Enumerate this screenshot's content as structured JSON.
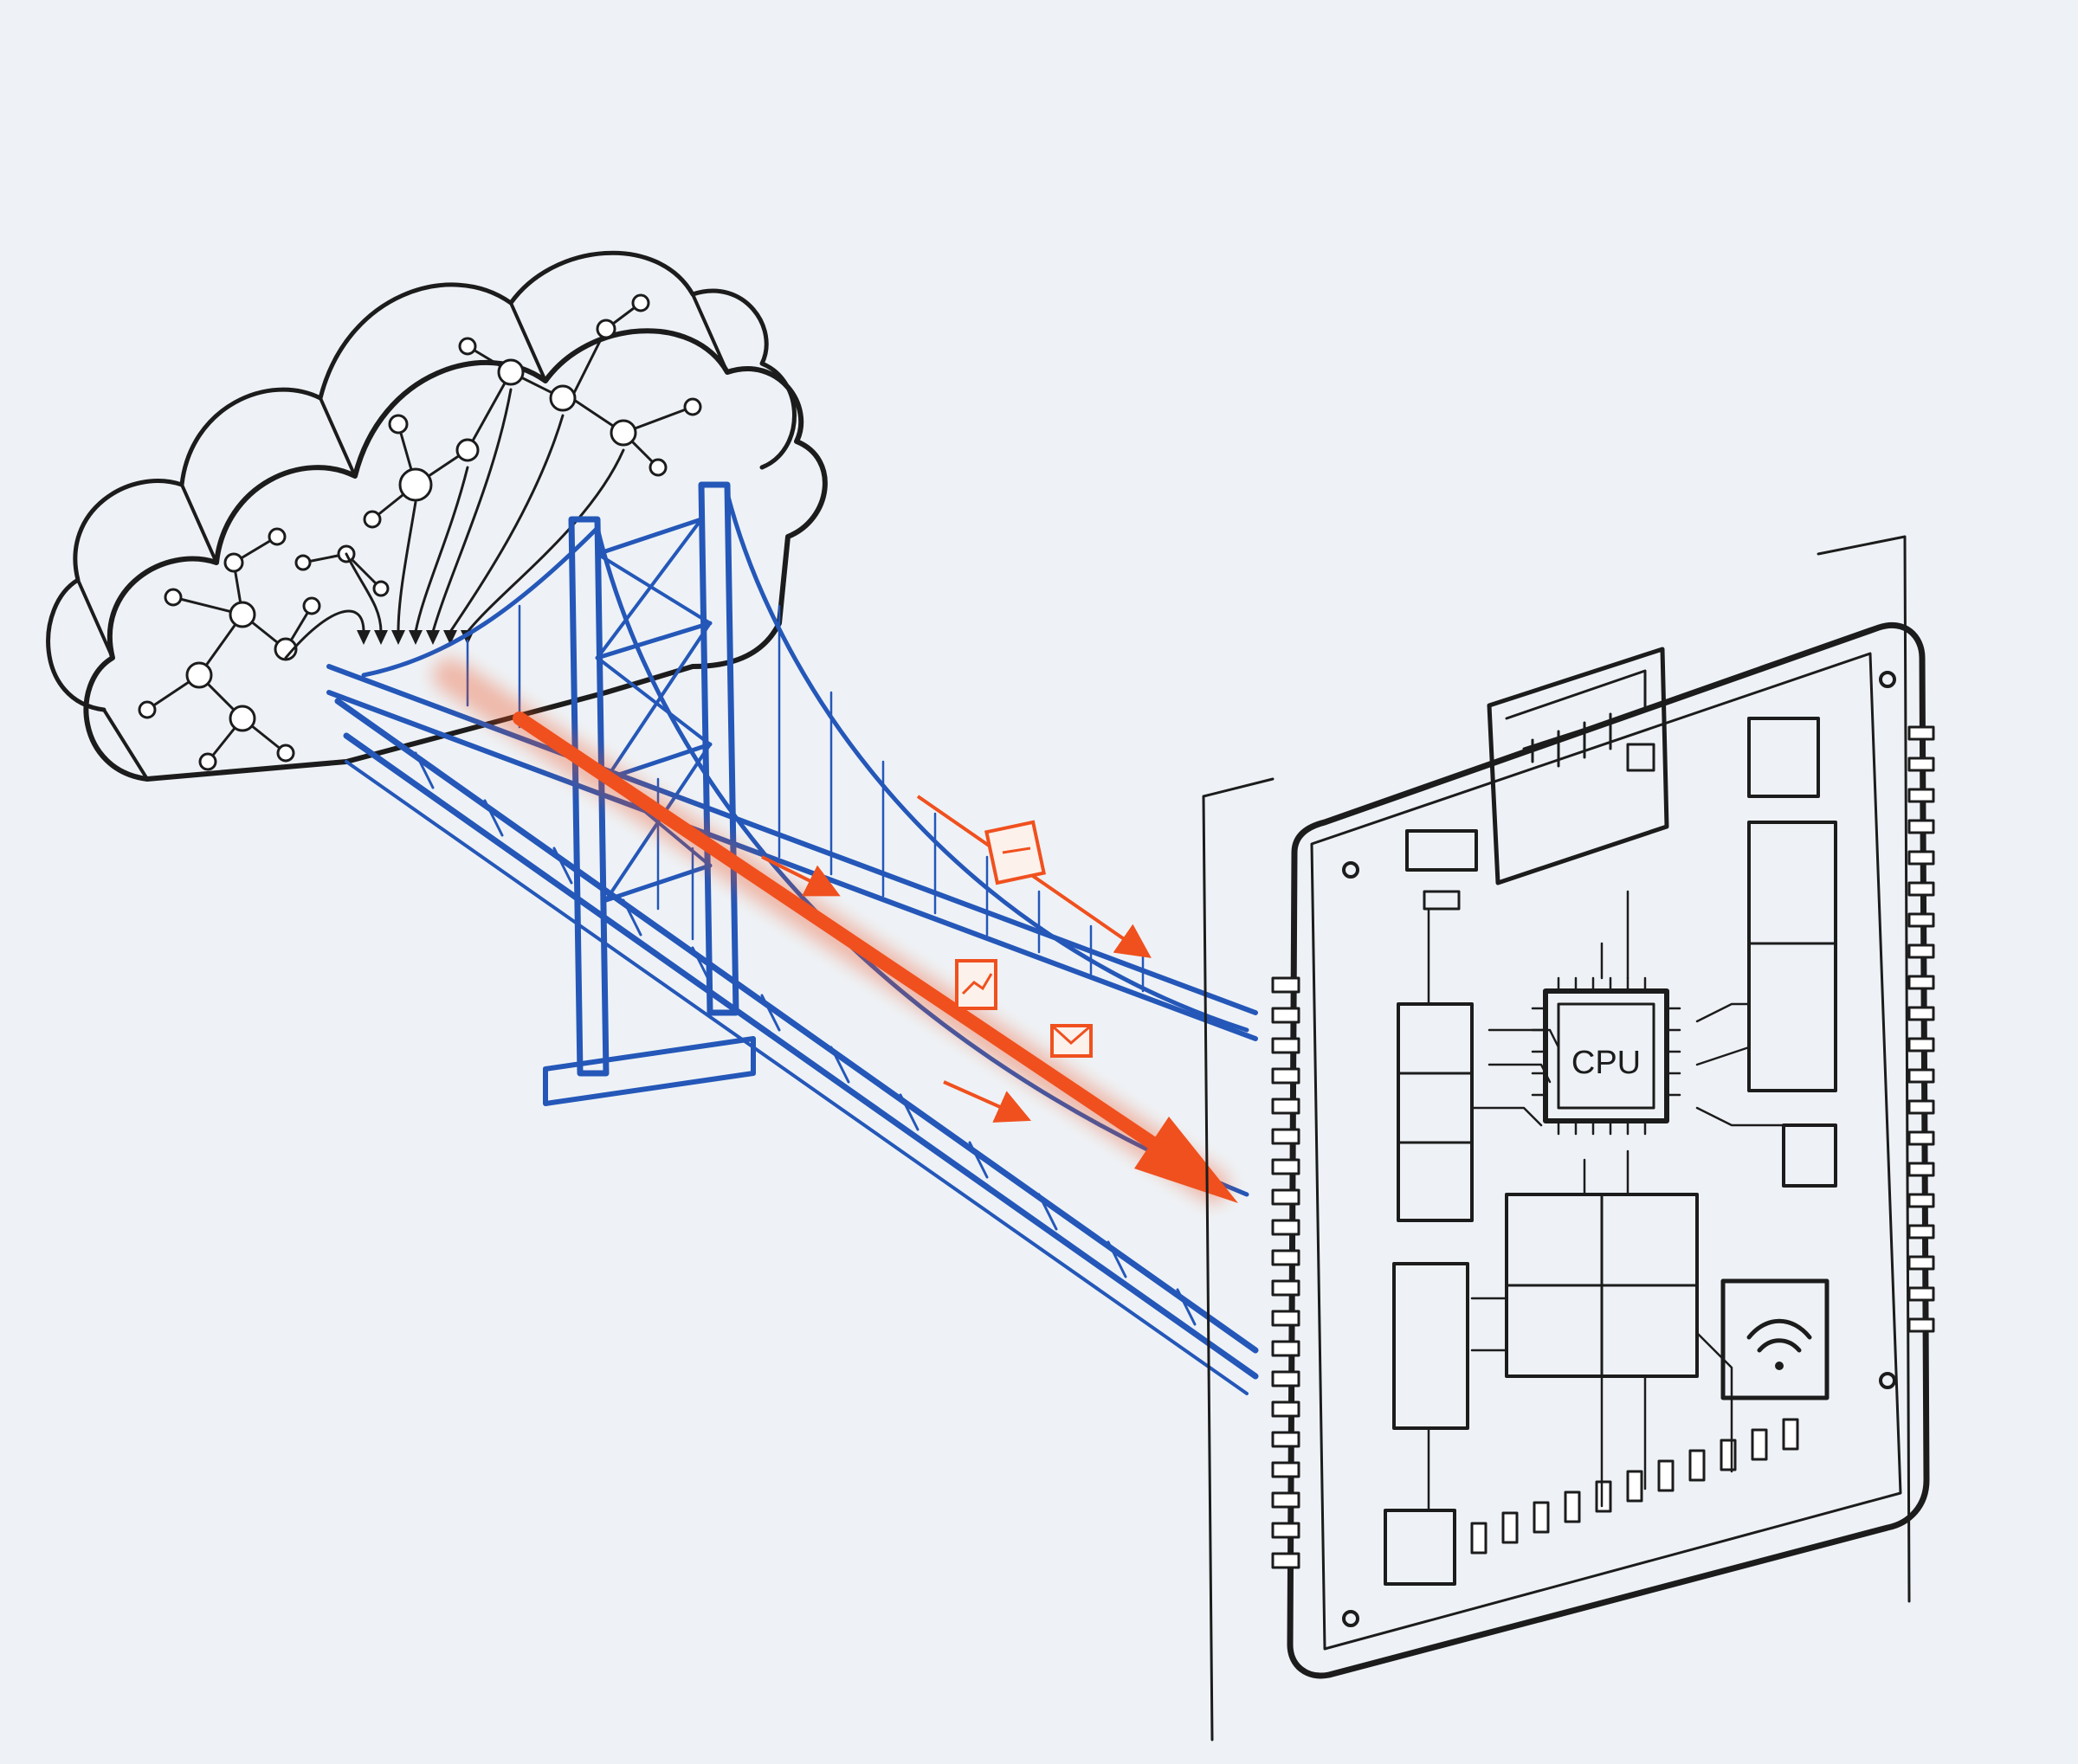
{
  "diagram": {
    "chip_label": "CPU",
    "colors": {
      "background": "#eef2f6",
      "ink": "#1c1c1c",
      "bridge": "#2457b8",
      "flow": "#f0501e"
    },
    "nodes": [
      {
        "id": "cloud",
        "icon": "cloud-network-icon"
      },
      {
        "id": "bridge",
        "icon": "suspension-bridge-icon"
      },
      {
        "id": "board",
        "icon": "circuit-board-icon"
      }
    ],
    "edges": [
      {
        "from": "cloud",
        "to": "board",
        "via": "bridge"
      }
    ],
    "packet_icons": [
      "file-icon",
      "chart-icon",
      "envelope-icon"
    ],
    "board_icons": [
      "cpu-chip-icon",
      "wifi-icon"
    ]
  }
}
